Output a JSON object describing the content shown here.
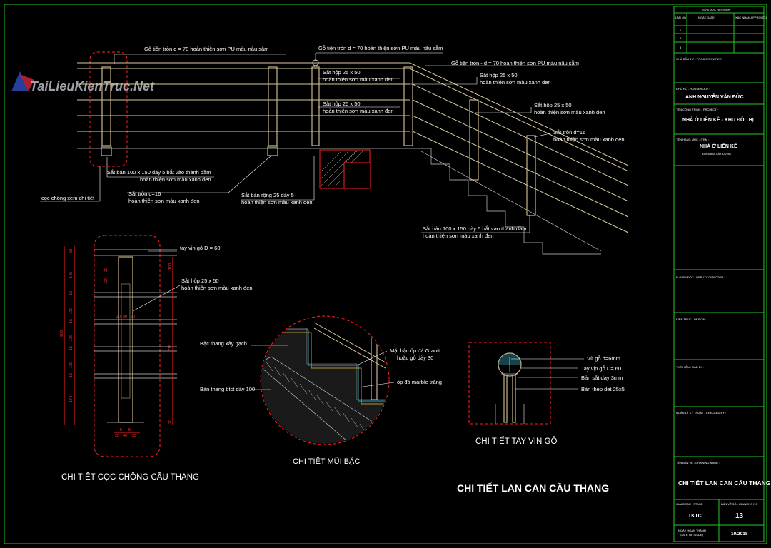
{
  "watermark": {
    "text": "TaiLieuKienTruc.Net"
  },
  "elevation": {
    "labels": {
      "handrail_left": "Gỗ tiện tròn d = 70 hoàn thiện sơn PU màu nâu sẫm",
      "handrail_mid": "Gỗ tiện tròn d = 70 hoàn thiện sơn PU màu nâu sẫm",
      "handrail_right": "Gỗ tiện tròn - d = 70 hoàn thiện sơn PU màu nâu sẫm",
      "box1_a": "Sắt hộp 25 x 50",
      "box1_b": "hoàn thiện sơn màu xanh đen",
      "box2_a": "Sắt hộp 25 x 50",
      "box2_b": "hoàn thiện sơn màu xanh đen",
      "box3_a": "Sắt hộp 25 x 50",
      "box3_b": "hoàn thiện sơn màu xanh đen",
      "box4_a": "Sắt hộp 25 x 50",
      "box4_b": "hoàn thiện sơn màu xanh đen",
      "round_r_a": "Sắt tròn d=16",
      "round_r_b": "hoàn thiện sơn màu xanh đen",
      "plate_l_a": "Sắt bản 100 x 150 dày 5 bắt vào thành dầm",
      "plate_l_b": "hoàn thiện sơn màu xanh đen",
      "round_l_a": "Sắt tròn d=16",
      "round_l_b": "hoàn thiện sơn màu xanh đen",
      "flat_a": "Sắt bản rộng 25 dày 5",
      "flat_b": "hoàn thiện sơn màu xanh đen",
      "post_ref": "cọc chống xem chi tiết",
      "plate_r_a": "Sắt bản 100 x 150 dày 5 bắt vào thành dầm",
      "plate_r_b": "hoàn thiện sơn màu xanh đen"
    }
  },
  "post_detail": {
    "handrail": "tay vịn gỗ D = 60",
    "box_a": "Sắt hộp 25 x 50",
    "box_b": "hoàn thiện sơn màu xanh đen",
    "dims_left": [
      "50",
      "145",
      "15",
      "130",
      "15",
      "130",
      "15",
      "130",
      "15",
      "174"
    ],
    "dim_total": "900",
    "dims_right": [
      "100",
      "715",
      "20"
    ],
    "dims_top": [
      "30",
      "100"
    ],
    "dims_mid": [
      "20",
      "50",
      "20"
    ],
    "dims_bottom_top": [
      "5",
      "5"
    ],
    "dims_bottom": [
      "25",
      "40",
      "25"
    ],
    "title": "CHI TIẾT CỌC CHỐNG CẦU THANG"
  },
  "nosing_detail": {
    "brick_step": "Bậc thang xây gạch",
    "slab": "Bản thang btct dày 100",
    "granite_a": "Mặt bậc ốp đá Granit",
    "granite_b": "hoặc gỗ dày 30",
    "marble": "ốp đá marble trắng",
    "title": "CHI TIẾT MŨI BẬC"
  },
  "handrail_detail": {
    "screw": "Vít gỗ  d=6mm",
    "rail": "Tay vịn gỗ D= 60",
    "plate": "Bản sắt dày 3mm",
    "flat": "Bản thép det 25x5",
    "title": "CHI TIẾT TAY VỊN GỖ"
  },
  "main_title": "CHI TIẾT LAN CAN CẦU THANG",
  "title_block": {
    "revision_header": "SỬA ĐỔI - REVISION",
    "rev_cols": [
      "LẦN NO",
      "NGÀY DATE",
      "XÁC NHẬN APPROVED"
    ],
    "rev_rows": [
      "1",
      "2",
      "3"
    ],
    "project_owner_label": "CHỦ ĐẦU TƯ - PROJECT OWNER",
    "household_label": "CHỦ HỘ - HOUSEHOLD :",
    "household_name": "ANH NGUYỄN VĂN ĐỨC",
    "project_label": "TÊN CÔNG TRÌNH - PROJECT :",
    "project_name": "NHÀ Ở LIỀN KỀ - KHU ĐÔ THỊ",
    "item_label": "TÊN HẠNG MỤC - ITEM :",
    "item_name": "NHÀ Ở LIỀN KỀ",
    "location": "ĐỊA ĐIỂM XÂY DỰNG",
    "director_label": "P. GIÁM ĐỐC - DEPUTY DIRECTOR :",
    "architect_label": "KIẾN TRÚC - DESIGN :",
    "cad_label": "THỂ HIỆN - CAD BY :",
    "checked_label": "QUẢN LÝ KỸ THUẬT - CHECKED BY :",
    "drawing_name_label": "TÊN BẢN VẼ - DRAWING NAME :",
    "drawing_name": "CHI TIẾT LAN CAN CẦU THANG",
    "stage_label": "GIAI ĐOẠN - STAGE",
    "drawing_no_label": "BẢN VẼ SỐ - DRAWING NO",
    "stage": "TKTC",
    "drawing_no": "13",
    "date_label_a": "NGÀY HOÀN THÀNH",
    "date_label_b": "(DATE OF ISSUE)",
    "date": "10/2018"
  },
  "colors": {
    "frame": "#27c427",
    "dimension": "#ff2020",
    "post": "#c9b38a",
    "background": "#000000"
  }
}
